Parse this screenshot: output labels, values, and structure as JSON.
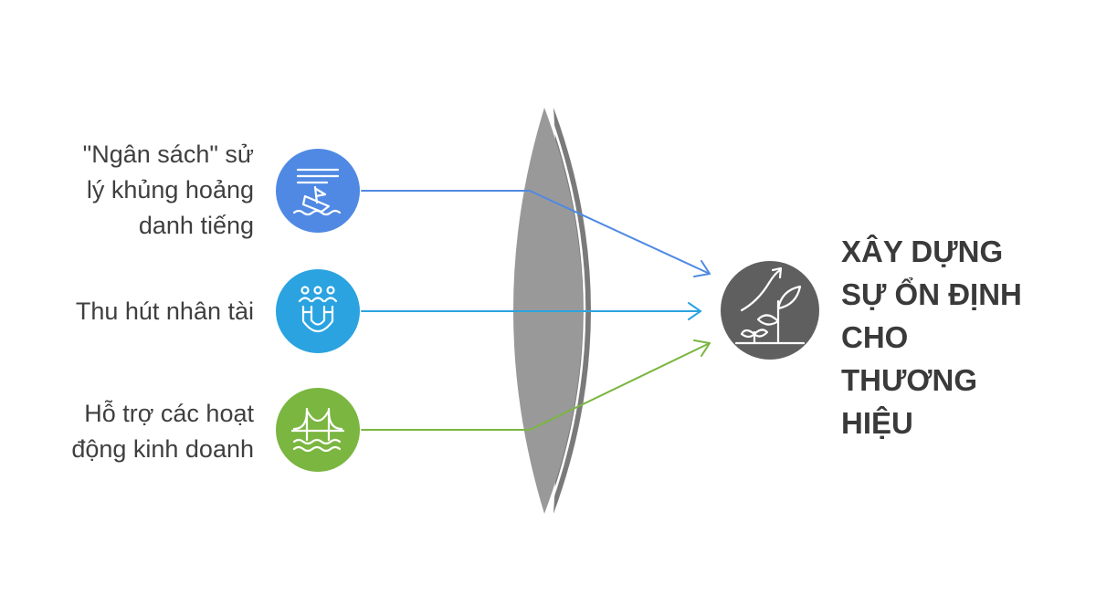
{
  "inputs": [
    {
      "label": "\"Ngân sách\" sử\nlý khủng hoảng\ndanh tiếng",
      "icon": "sinking-ship-icon",
      "color": "#4f89e3"
    },
    {
      "label": "Thu hút nhân tài",
      "icon": "magnet-people-icon",
      "color": "#2aa3e0"
    },
    {
      "label": "Hỗ trợ các hoạt\nđộng kinh doanh",
      "icon": "bridge-icon",
      "color": "#7ab640"
    }
  ],
  "lens": {
    "color": "#999999",
    "rim_color": "#7a7a7a"
  },
  "output": {
    "title": "XÂY DỰNG\nSỰ ỔN ĐỊNH\nCHO\nTHƯƠNG\nHIỆU",
    "icon": "growth-plant-icon",
    "color": "#5f5f5f"
  }
}
